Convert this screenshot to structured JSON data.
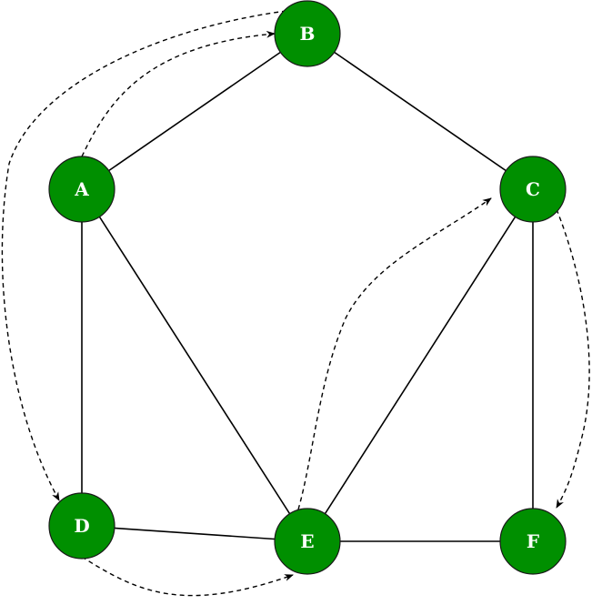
{
  "colors": {
    "node_fill": "#008f00",
    "node_stroke": "#1a1a1a",
    "edge": "#000000"
  },
  "nodes": [
    {
      "id": "A",
      "label": "A"
    },
    {
      "id": "B",
      "label": "B"
    },
    {
      "id": "C",
      "label": "C"
    },
    {
      "id": "D",
      "label": "D"
    },
    {
      "id": "E",
      "label": "E"
    },
    {
      "id": "F",
      "label": "F"
    }
  ],
  "edges": [
    [
      "A",
      "B"
    ],
    [
      "B",
      "C"
    ],
    [
      "A",
      "D"
    ],
    [
      "A",
      "E"
    ],
    [
      "C",
      "E"
    ],
    [
      "C",
      "F"
    ],
    [
      "D",
      "E"
    ],
    [
      "E",
      "F"
    ]
  ],
  "traversal_arrows": [
    [
      "A",
      "B"
    ],
    [
      "B",
      "D"
    ],
    [
      "D",
      "E"
    ],
    [
      "E",
      "C"
    ],
    [
      "C",
      "F"
    ]
  ]
}
